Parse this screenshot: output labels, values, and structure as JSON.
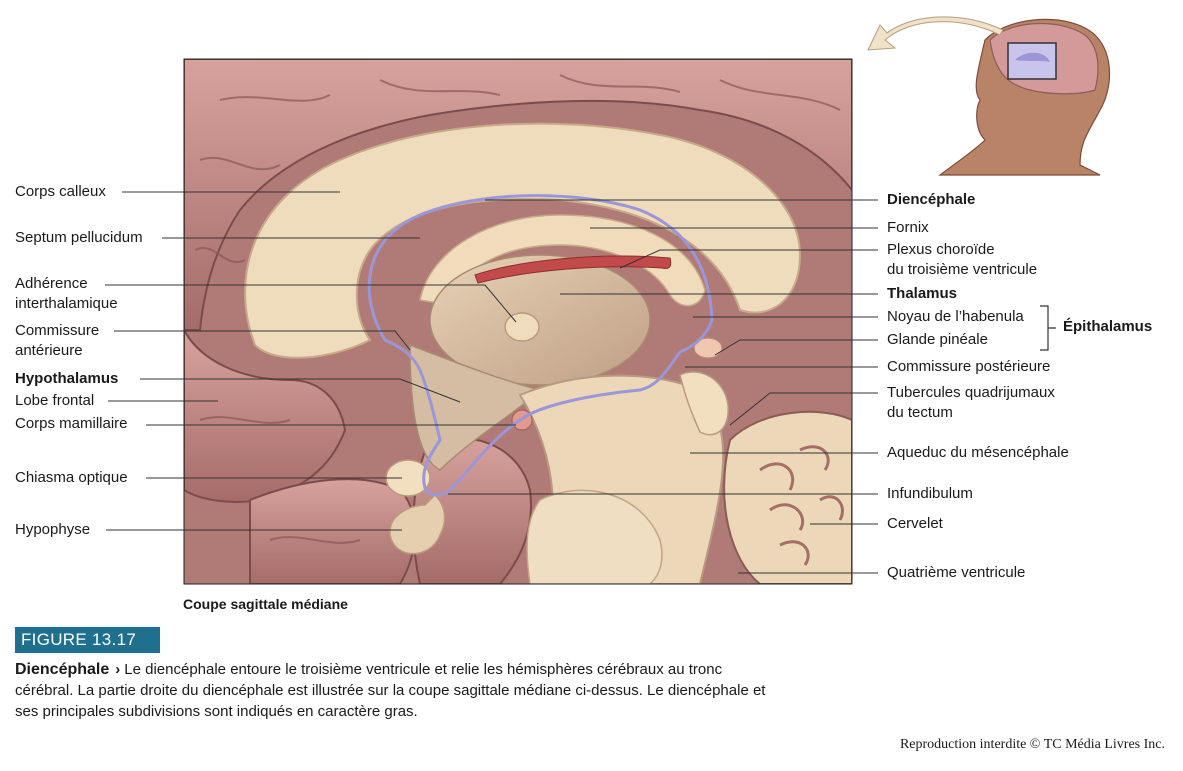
{
  "left_labels": [
    {
      "id": "corps-calleux",
      "lines": [
        "Corps calleux"
      ],
      "bold": false
    },
    {
      "id": "septum-pellucidum",
      "lines": [
        "Septum pellucidum"
      ],
      "bold": false
    },
    {
      "id": "adherence-interthalamique",
      "lines": [
        "Adhérence",
        "interthalamique"
      ],
      "bold": false
    },
    {
      "id": "commissure-anterieure",
      "lines": [
        "Commissure",
        "antérieure"
      ],
      "bold": false
    },
    {
      "id": "hypothalamus",
      "lines": [
        "Hypothalamus"
      ],
      "bold": true
    },
    {
      "id": "lobe-frontal",
      "lines": [
        "Lobe frontal"
      ],
      "bold": false
    },
    {
      "id": "corps-mamillaire",
      "lines": [
        "Corps mamillaire"
      ],
      "bold": false
    },
    {
      "id": "chiasma-optique",
      "lines": [
        "Chiasma optique"
      ],
      "bold": false
    },
    {
      "id": "hypophyse",
      "lines": [
        "Hypophyse"
      ],
      "bold": false
    }
  ],
  "right_labels": [
    {
      "id": "diencephale",
      "lines": [
        "Diencéphale"
      ],
      "bold": true
    },
    {
      "id": "fornix",
      "lines": [
        "Fornix"
      ],
      "bold": false
    },
    {
      "id": "plexus-choroide",
      "lines": [
        "Plexus choroïde",
        "du troisième ventricule"
      ],
      "bold": false
    },
    {
      "id": "thalamus",
      "lines": [
        "Thalamus"
      ],
      "bold": true
    },
    {
      "id": "noyau-habenula",
      "lines": [
        "Noyau de l’habenula"
      ],
      "bold": false
    },
    {
      "id": "glande-pineale",
      "lines": [
        "Glande pinéale"
      ],
      "bold": false
    },
    {
      "id": "commissure-posterieure",
      "lines": [
        "Commissure postérieure"
      ],
      "bold": false
    },
    {
      "id": "tubercules-quadrijumaux",
      "lines": [
        "Tubercules quadrijumaux",
        "du tectum"
      ],
      "bold": false
    },
    {
      "id": "aqueduc",
      "lines": [
        "Aqueduc du mésencéphale"
      ],
      "bold": false
    },
    {
      "id": "infundibulum",
      "lines": [
        "Infundibulum"
      ],
      "bold": false
    },
    {
      "id": "cervelet",
      "lines": [
        "Cervelet"
      ],
      "bold": false
    },
    {
      "id": "quatrieme-ventricule",
      "lines": [
        "Quatrième ventricule"
      ],
      "bold": false
    }
  ],
  "bracket_label": "Épithalamus",
  "section_title": "Coupe sagittale médiane",
  "figure_number": "FIGURE 13.17",
  "caption": {
    "title": "Diencéphale",
    "arrow": "›",
    "text": "Le diencéphale entoure le troisième ventricule et relie les hémisphères cérébraux au tronc cérébral. La partie droite du diencéphale est illustrée sur la coupe sagittale médiane ci-dessus. Le diencéphale et ses principales subdivisions sont indiqués en caractère gras."
  },
  "copyright": "Reproduction interdite © TC Média Livres Inc.",
  "colors": {
    "badge": "#1f6f8f",
    "brain_pink": "#c9928e",
    "brain_dark": "#8c5a58",
    "cream": "#f1dfc0",
    "outline": "#9a96d8"
  }
}
